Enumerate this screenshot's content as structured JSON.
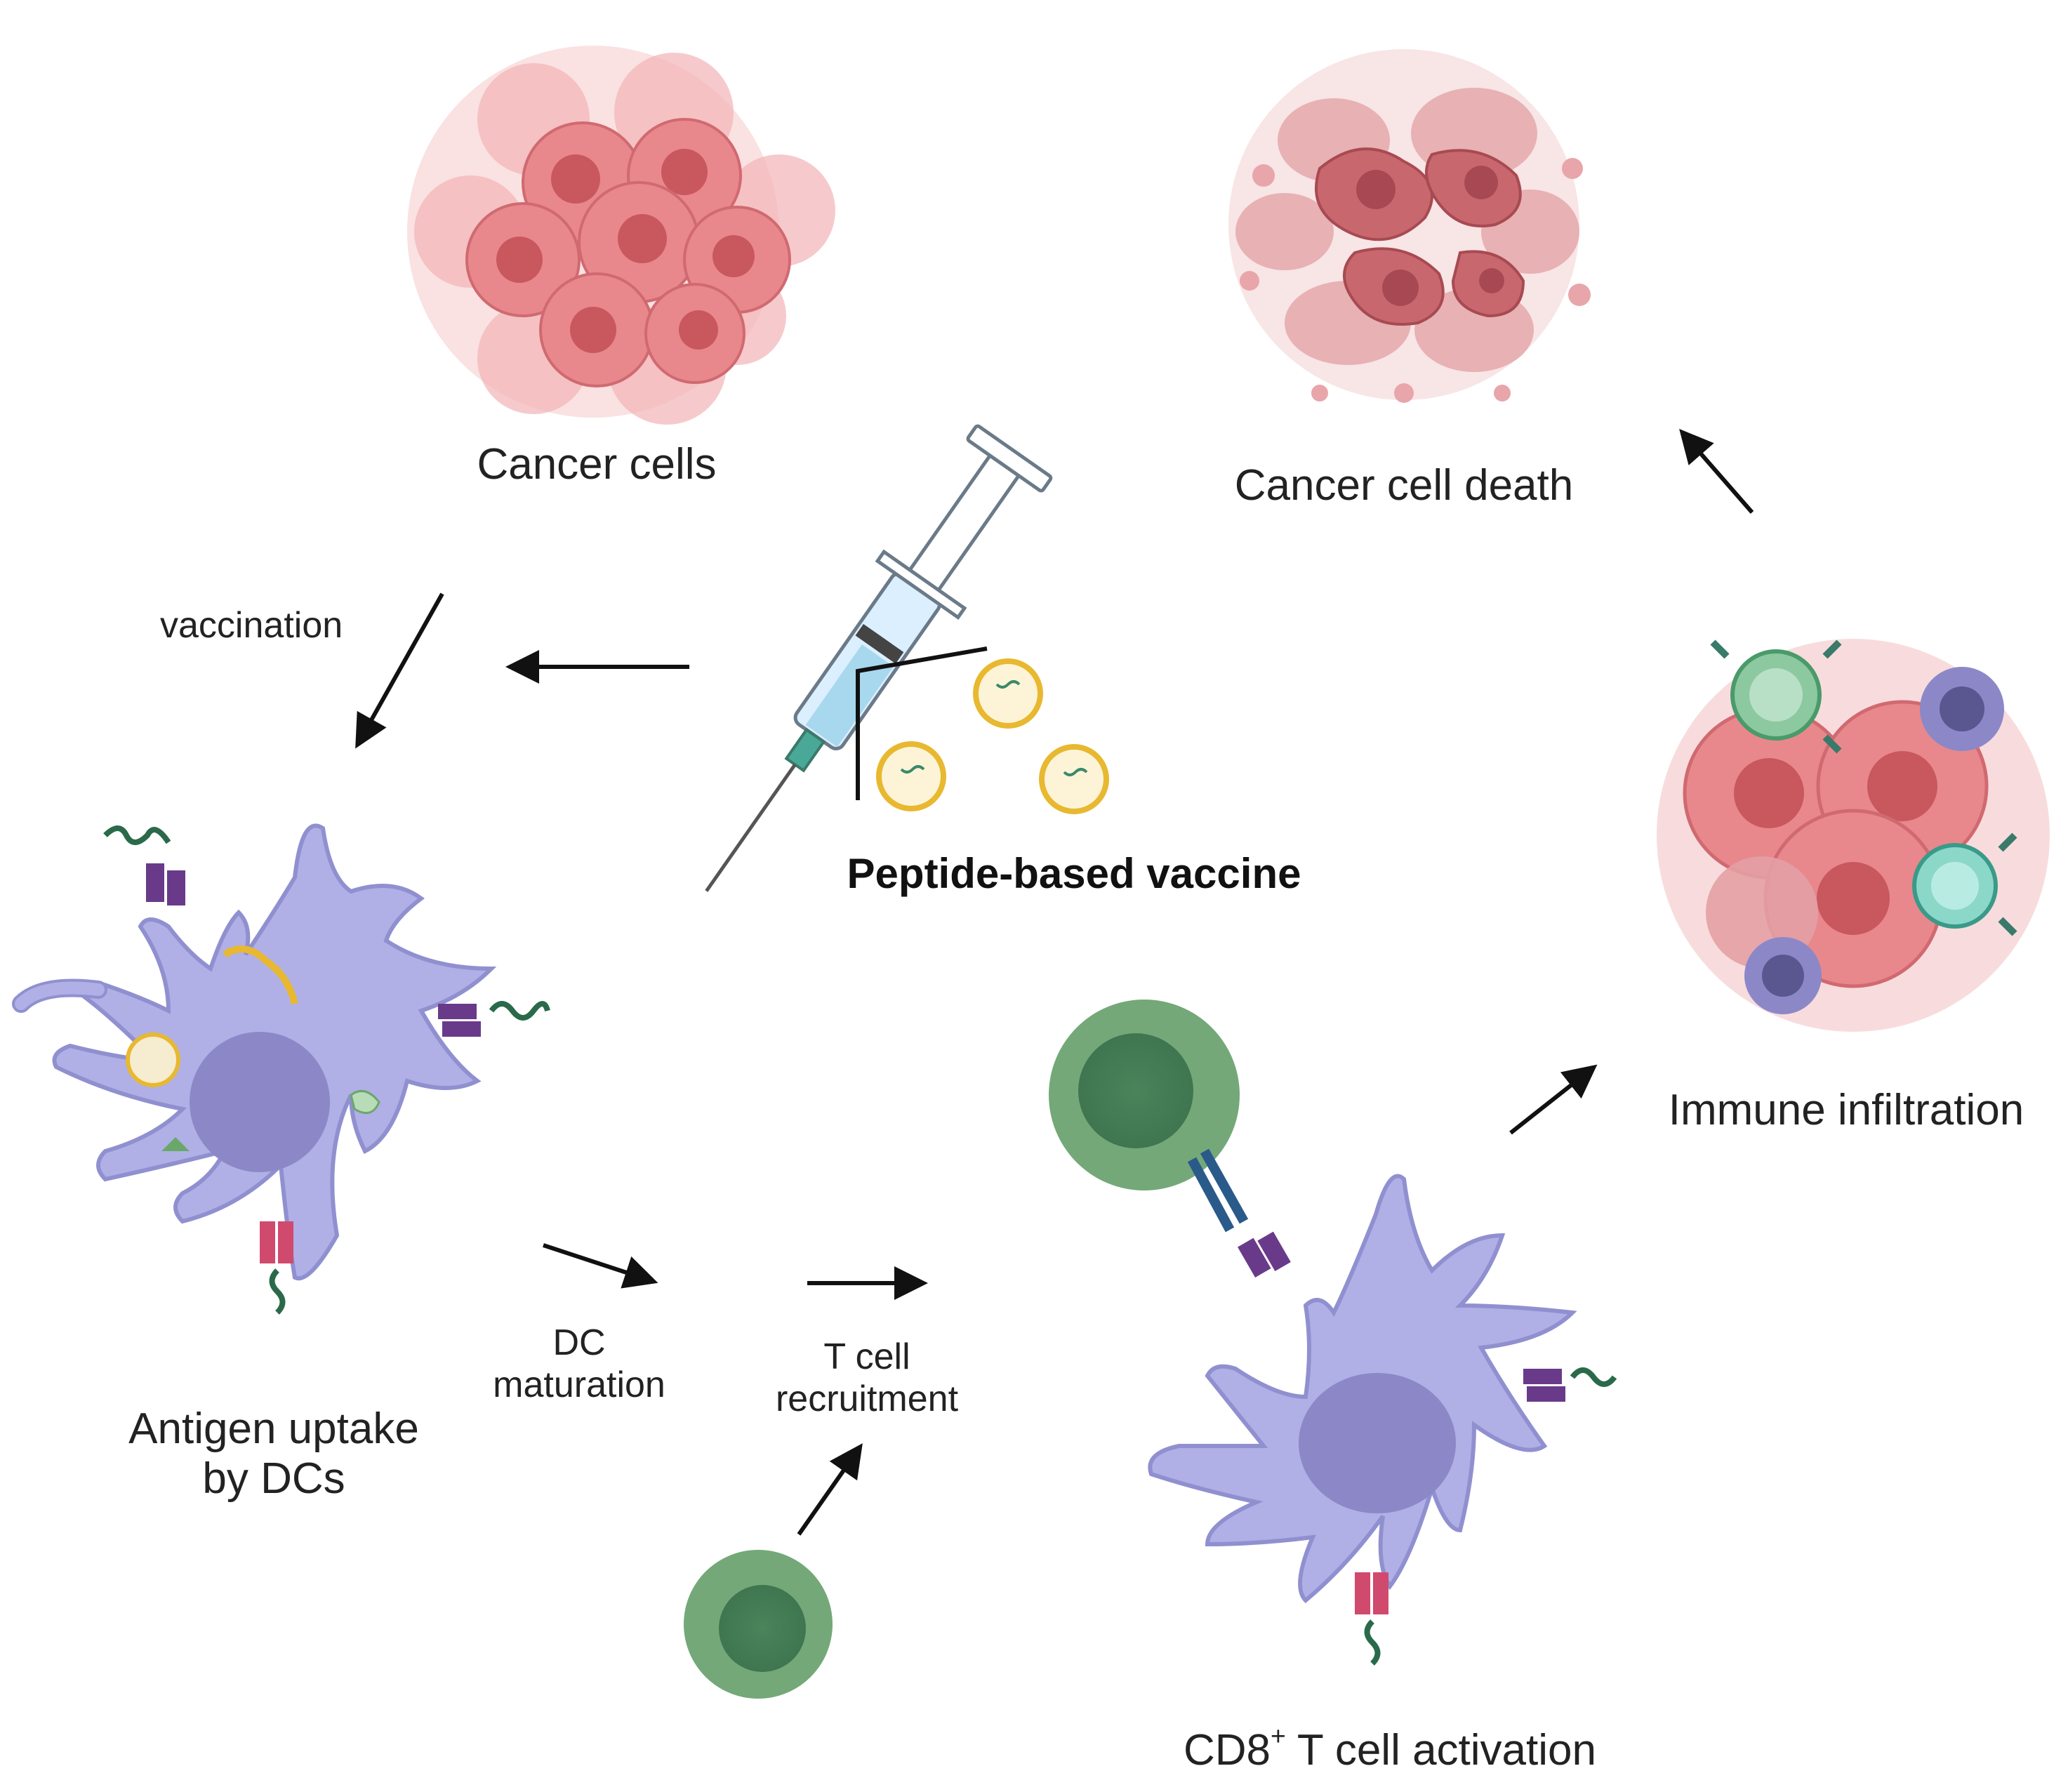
{
  "labels": {
    "cancer_cells": "Cancer cells",
    "cancer_cell_death": "Cancer cell death",
    "vaccination": "vaccination",
    "peptide_vaccine": "Peptide-based vaccine",
    "antigen_uptake_line1": "Antigen uptake",
    "antigen_uptake_line2": "by DCs",
    "dc_maturation_line1": "DC",
    "dc_maturation_line2": "maturation",
    "t_cell_recruitment_line1": "T cell",
    "t_cell_recruitment_line2": "recruitment",
    "immune_infiltration": "Immune infiltration",
    "cd8_prefix": "CD8",
    "cd8_sup": "+",
    "cd8_suffix": " T cell activation"
  },
  "colors": {
    "cancer_cell": "#e8888c",
    "cancer_nucleus": "#c8585e",
    "dead_cell": "#c8686e",
    "dendritic_cell": "#b0b0e6",
    "dc_nucleus": "#8c88c8",
    "t_cell": "#74a878",
    "t_cell_nucleus": "#4a845a",
    "mhc_purple": "#6a3a8a",
    "mhc_pink": "#d04a6e",
    "peptide": "#2a6a4a",
    "vaccine_particle": "#f0c040",
    "arrow": "#111111"
  },
  "icons": [
    "cancer-cells-cluster-icon",
    "dying-cancer-cells-icon",
    "syringe-icon",
    "vaccine-particle-icon",
    "dendritic-cell-icon",
    "t-cell-icon",
    "mhc-receptor-icon",
    "immune-infiltrated-tumor-icon"
  ]
}
